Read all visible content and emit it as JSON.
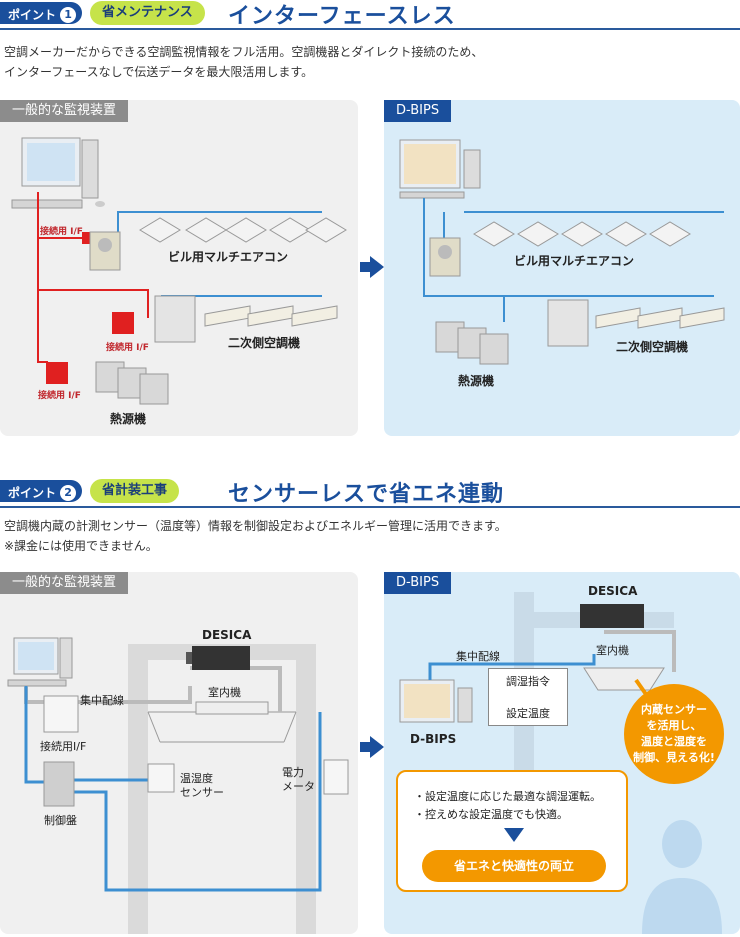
{
  "section1": {
    "point_label": "ポイント",
    "point_number": "1",
    "tag": "省メンテナンス",
    "title": "インターフェースレス",
    "desc_line1": "空調メーカーだからできる空調監視情報をフル活用。空調機器とダイレクト接続のため、",
    "desc_line2": "インターフェースなしで伝送データを最大限活用します。",
    "left_panel_label": "一般的な監視装置",
    "right_panel_label": "D-BIPS",
    "left": {
      "if_label1": "接続用 I/F",
      "if_label2": "接続用 I/F",
      "if_label3": "接続用 I/F",
      "multi_aircon": "ビル用マルチエアコン",
      "secondary_aircon": "二次側空調機",
      "heat_source": "熱源機"
    },
    "right": {
      "multi_aircon": "ビル用マルチエアコン",
      "secondary_aircon": "二次側空調機",
      "heat_source": "熱源機"
    }
  },
  "section2": {
    "point_label": "ポイント",
    "point_number": "2",
    "tag": "省計装工事",
    "title": "センサーレスで省エネ連動",
    "desc_line1": "空調機内蔵の計測センサー（温度等）情報を制御設定およびエネルギー管理に活用できます。",
    "desc_line2": "※課金には使用できません。",
    "left_panel_label": "一般的な監視装置",
    "right_panel_label": "D-BIPS",
    "left": {
      "desica": "DESICA",
      "central_wiring": "集中配線",
      "indoor_unit": "室内機",
      "if_label": "接続用I/F",
      "sensor_line1": "温湿度",
      "sensor_line2": "センサー",
      "meter_line1": "電力",
      "meter_line2": "メータ",
      "control_panel": "制御盤"
    },
    "right": {
      "desica": "DESICA",
      "central_wiring": "集中配線",
      "indoor_unit": "室内機",
      "dbips": "D-BIPS",
      "cmd_humidity": "調湿指令",
      "set_temp": "設定温度",
      "bubble_line1": "内蔵センサー",
      "bubble_line2": "を活用し、",
      "bubble_line3": "温度と湿度を",
      "bubble_line4": "制御、見える化!",
      "callout_line1": "・設定温度に応じた最適な調湿運転。",
      "callout_line2": "・控えめな設定温度でも快適。",
      "result": "省エネと快適性の両立"
    }
  },
  "colors": {
    "brand_blue": "#1a4f9c",
    "line_blue": "#3d8fd1",
    "if_red": "#e02020",
    "accent_green": "#c6e34a",
    "accent_orange": "#f39800"
  }
}
